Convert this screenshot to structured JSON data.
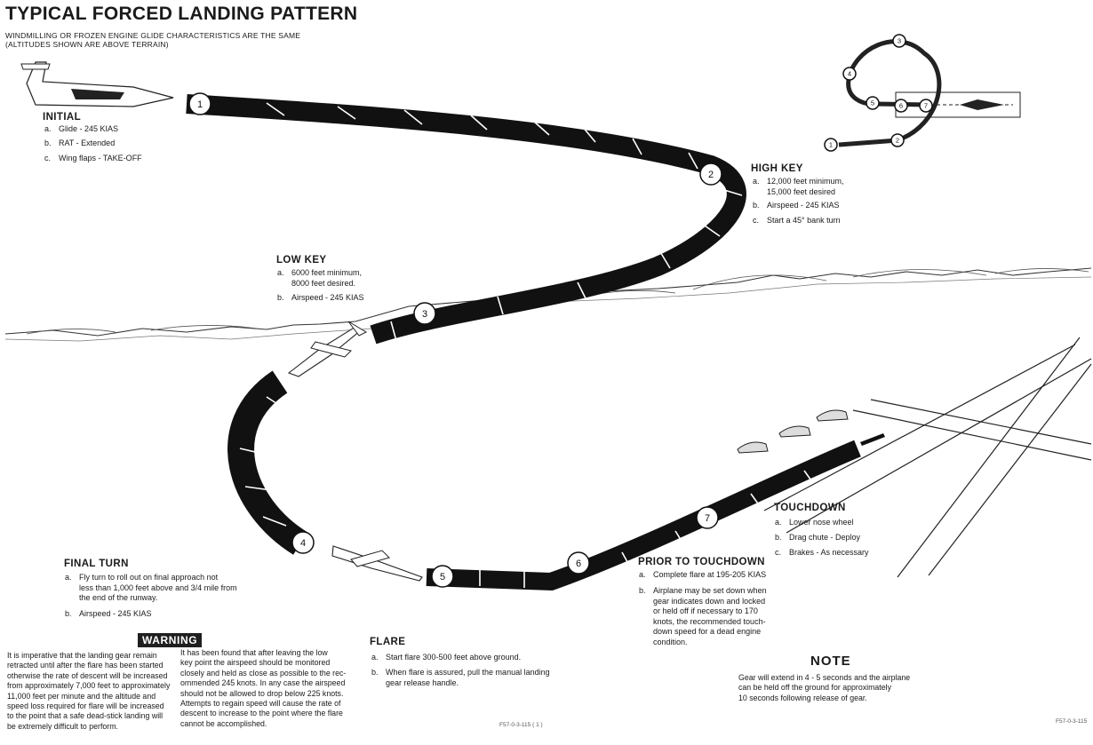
{
  "title": "TYPICAL FORCED LANDING PATTERN",
  "subtitle": "WINDMILLING OR FROZEN ENGINE GLIDE CHARACTERISTICS ARE THE SAME\n(ALTITUDES SHOWN ARE ABOVE TERRAIN)",
  "points": [
    "1",
    "2",
    "3",
    "4",
    "5",
    "6",
    "7"
  ],
  "inset_points": [
    "1",
    "2",
    "3",
    "4",
    "5",
    "6",
    "7"
  ],
  "sections": {
    "initial": {
      "heading": "INITIAL",
      "items": [
        {
          "label": "a.",
          "text": "Glide - 245 KIAS"
        },
        {
          "label": "b.",
          "text": "RAT - Extended"
        },
        {
          "label": "c.",
          "text": "Wing flaps - TAKE-OFF"
        }
      ]
    },
    "high_key": {
      "heading": "HIGH KEY",
      "items": [
        {
          "label": "a.",
          "text": "12,000 feet minimum,\n15,000 feet desired"
        },
        {
          "label": "b.",
          "text": "Airspeed - 245 KIAS"
        },
        {
          "label": "c.",
          "text": "Start a 45° bank turn"
        }
      ]
    },
    "low_key": {
      "heading": "LOW KEY",
      "items": [
        {
          "label": "a.",
          "text": "6000 feet minimum,\n8000 feet desired."
        },
        {
          "label": "b.",
          "text": "Airspeed - 245 KIAS"
        }
      ]
    },
    "final_turn": {
      "heading": "FINAL TURN",
      "items": [
        {
          "label": "a.",
          "text": "Fly turn to roll out on final approach not\nless than 1,000 feet above and 3/4 mile from\nthe end of the runway."
        },
        {
          "label": "b.",
          "text": "Airspeed - 245 KIAS"
        }
      ]
    },
    "flare": {
      "heading": "FLARE",
      "items": [
        {
          "label": "a.",
          "text": "Start flare 300-500 feet above ground."
        },
        {
          "label": "b.",
          "text": "When flare is assured, pull the manual landing\ngear release handle."
        }
      ]
    },
    "prior_to_touchdown": {
      "heading": "PRIOR TO TOUCHDOWN",
      "items": [
        {
          "label": "a.",
          "text": "Complete flare at 195-205 KIAS"
        },
        {
          "label": "b.",
          "text": "Airplane may be set down when\ngear indicates down and locked\nor held off if necessary to 170\nknots, the recommended touch-\ndown speed for a dead engine\ncondition."
        }
      ]
    },
    "touchdown": {
      "heading": "TOUCHDOWN",
      "items": [
        {
          "label": "a.",
          "text": "Lower nose wheel"
        },
        {
          "label": "b.",
          "text": "Drag chute - Deploy"
        },
        {
          "label": "c.",
          "text": "Brakes - As necessary"
        }
      ]
    }
  },
  "warning": {
    "heading": "WARNING",
    "col1": "It is imperative that the landing gear remain\nretracted until after the flare has been started\notherwise the rate of descent will be increased\nfrom approximately 7,000 feet to approximately\n11,000 feet per minute and the altitude and\nspeed loss required for flare will be increased\nto the point that a safe dead-stick landing will\nbe extremely difficult to perform.",
    "col2": "It has been found that after leaving the low\nkey point the airspeed should be monitored\nclosely and held as close as possible to the rec-\nommended 245 knots. In any case the airspeed\nshould not be allowed to drop below 225 knots.\nAttempts to regain speed will cause the rate of\ndescent to increase to the point where the flare\ncannot be accomplished."
  },
  "note": {
    "heading": "NOTE",
    "text": "Gear will extend in 4 - 5 seconds and the airplane\ncan be held off the ground for approximately\n10 seconds following release of gear."
  },
  "refs": {
    "center": "F57-0-3-115 ( 1 )",
    "right": "F57-0-3-115"
  }
}
